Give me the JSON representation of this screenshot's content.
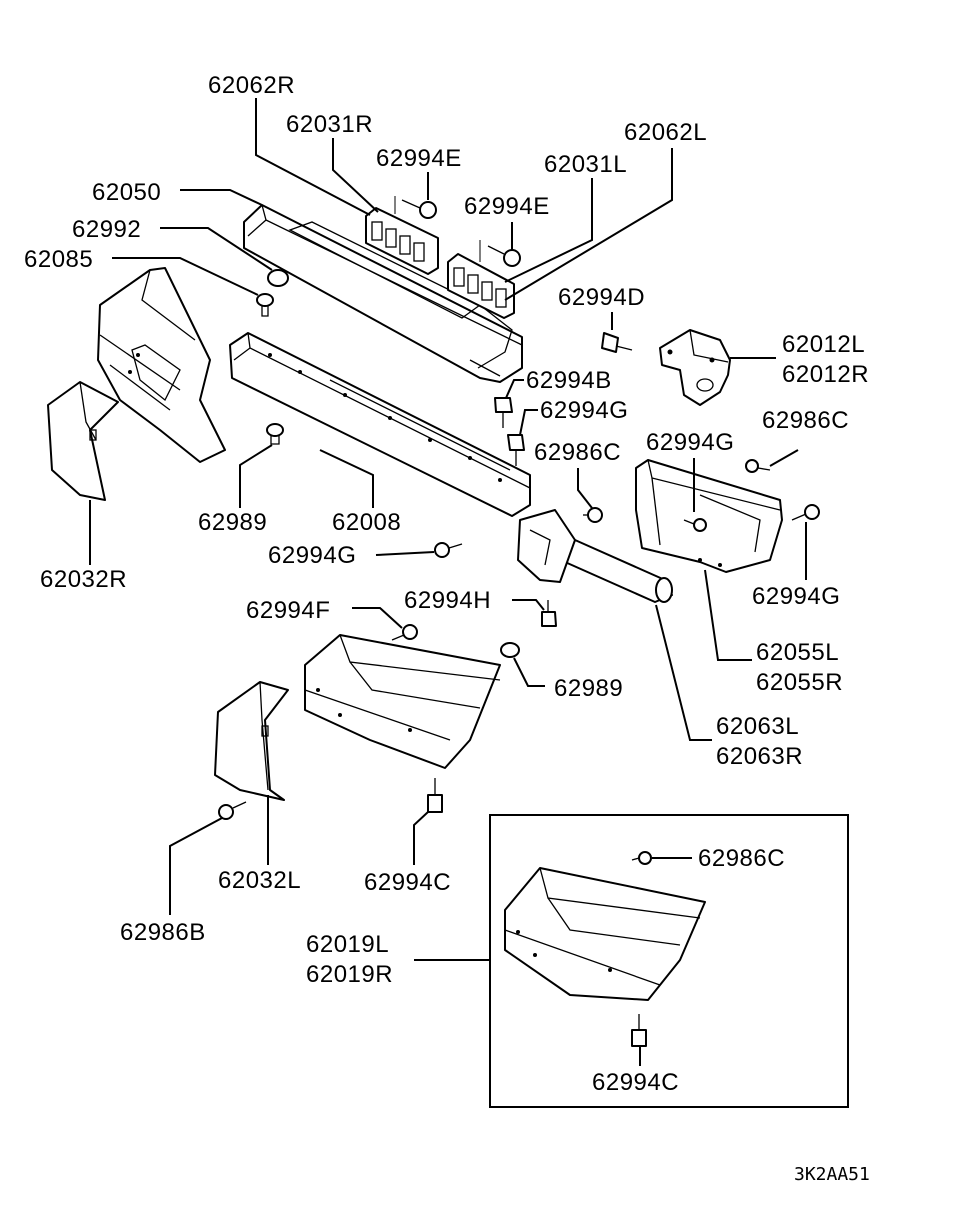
{
  "labels": {
    "l_62062R": "62062R",
    "l_62031R": "62031R",
    "l_62994E_a": "62994E",
    "l_62062L": "62062L",
    "l_62031L": "62031L",
    "l_62994E_b": "62994E",
    "l_62050": "62050",
    "l_62992": "62992",
    "l_62085": "62085",
    "l_62994D": "62994D",
    "l_62012L": "62012L",
    "l_62012R": "62012R",
    "l_62994B": "62994B",
    "l_62994G_a": "62994G",
    "l_62986C_a": "62986C",
    "l_62986C_b": "62986C",
    "l_62994G_b": "62994G",
    "l_62989_a": "62989",
    "l_62008": "62008",
    "l_62032R": "62032R",
    "l_62994G_c": "62994G",
    "l_62994G_d": "62994G",
    "l_62994F": "62994F",
    "l_62994H": "62994H",
    "l_62989_b": "62989",
    "l_62055L": "62055L",
    "l_62055R": "62055R",
    "l_62063L": "62063L",
    "l_62063R": "62063R",
    "l_62032L": "62032L",
    "l_62994C_a": "62994C",
    "l_62986B": "62986B",
    "l_62986C_c": "62986C",
    "l_62019L": "62019L",
    "l_62019R": "62019R",
    "l_62994C_b": "62994C"
  },
  "diagram_code": "3K2AA51"
}
